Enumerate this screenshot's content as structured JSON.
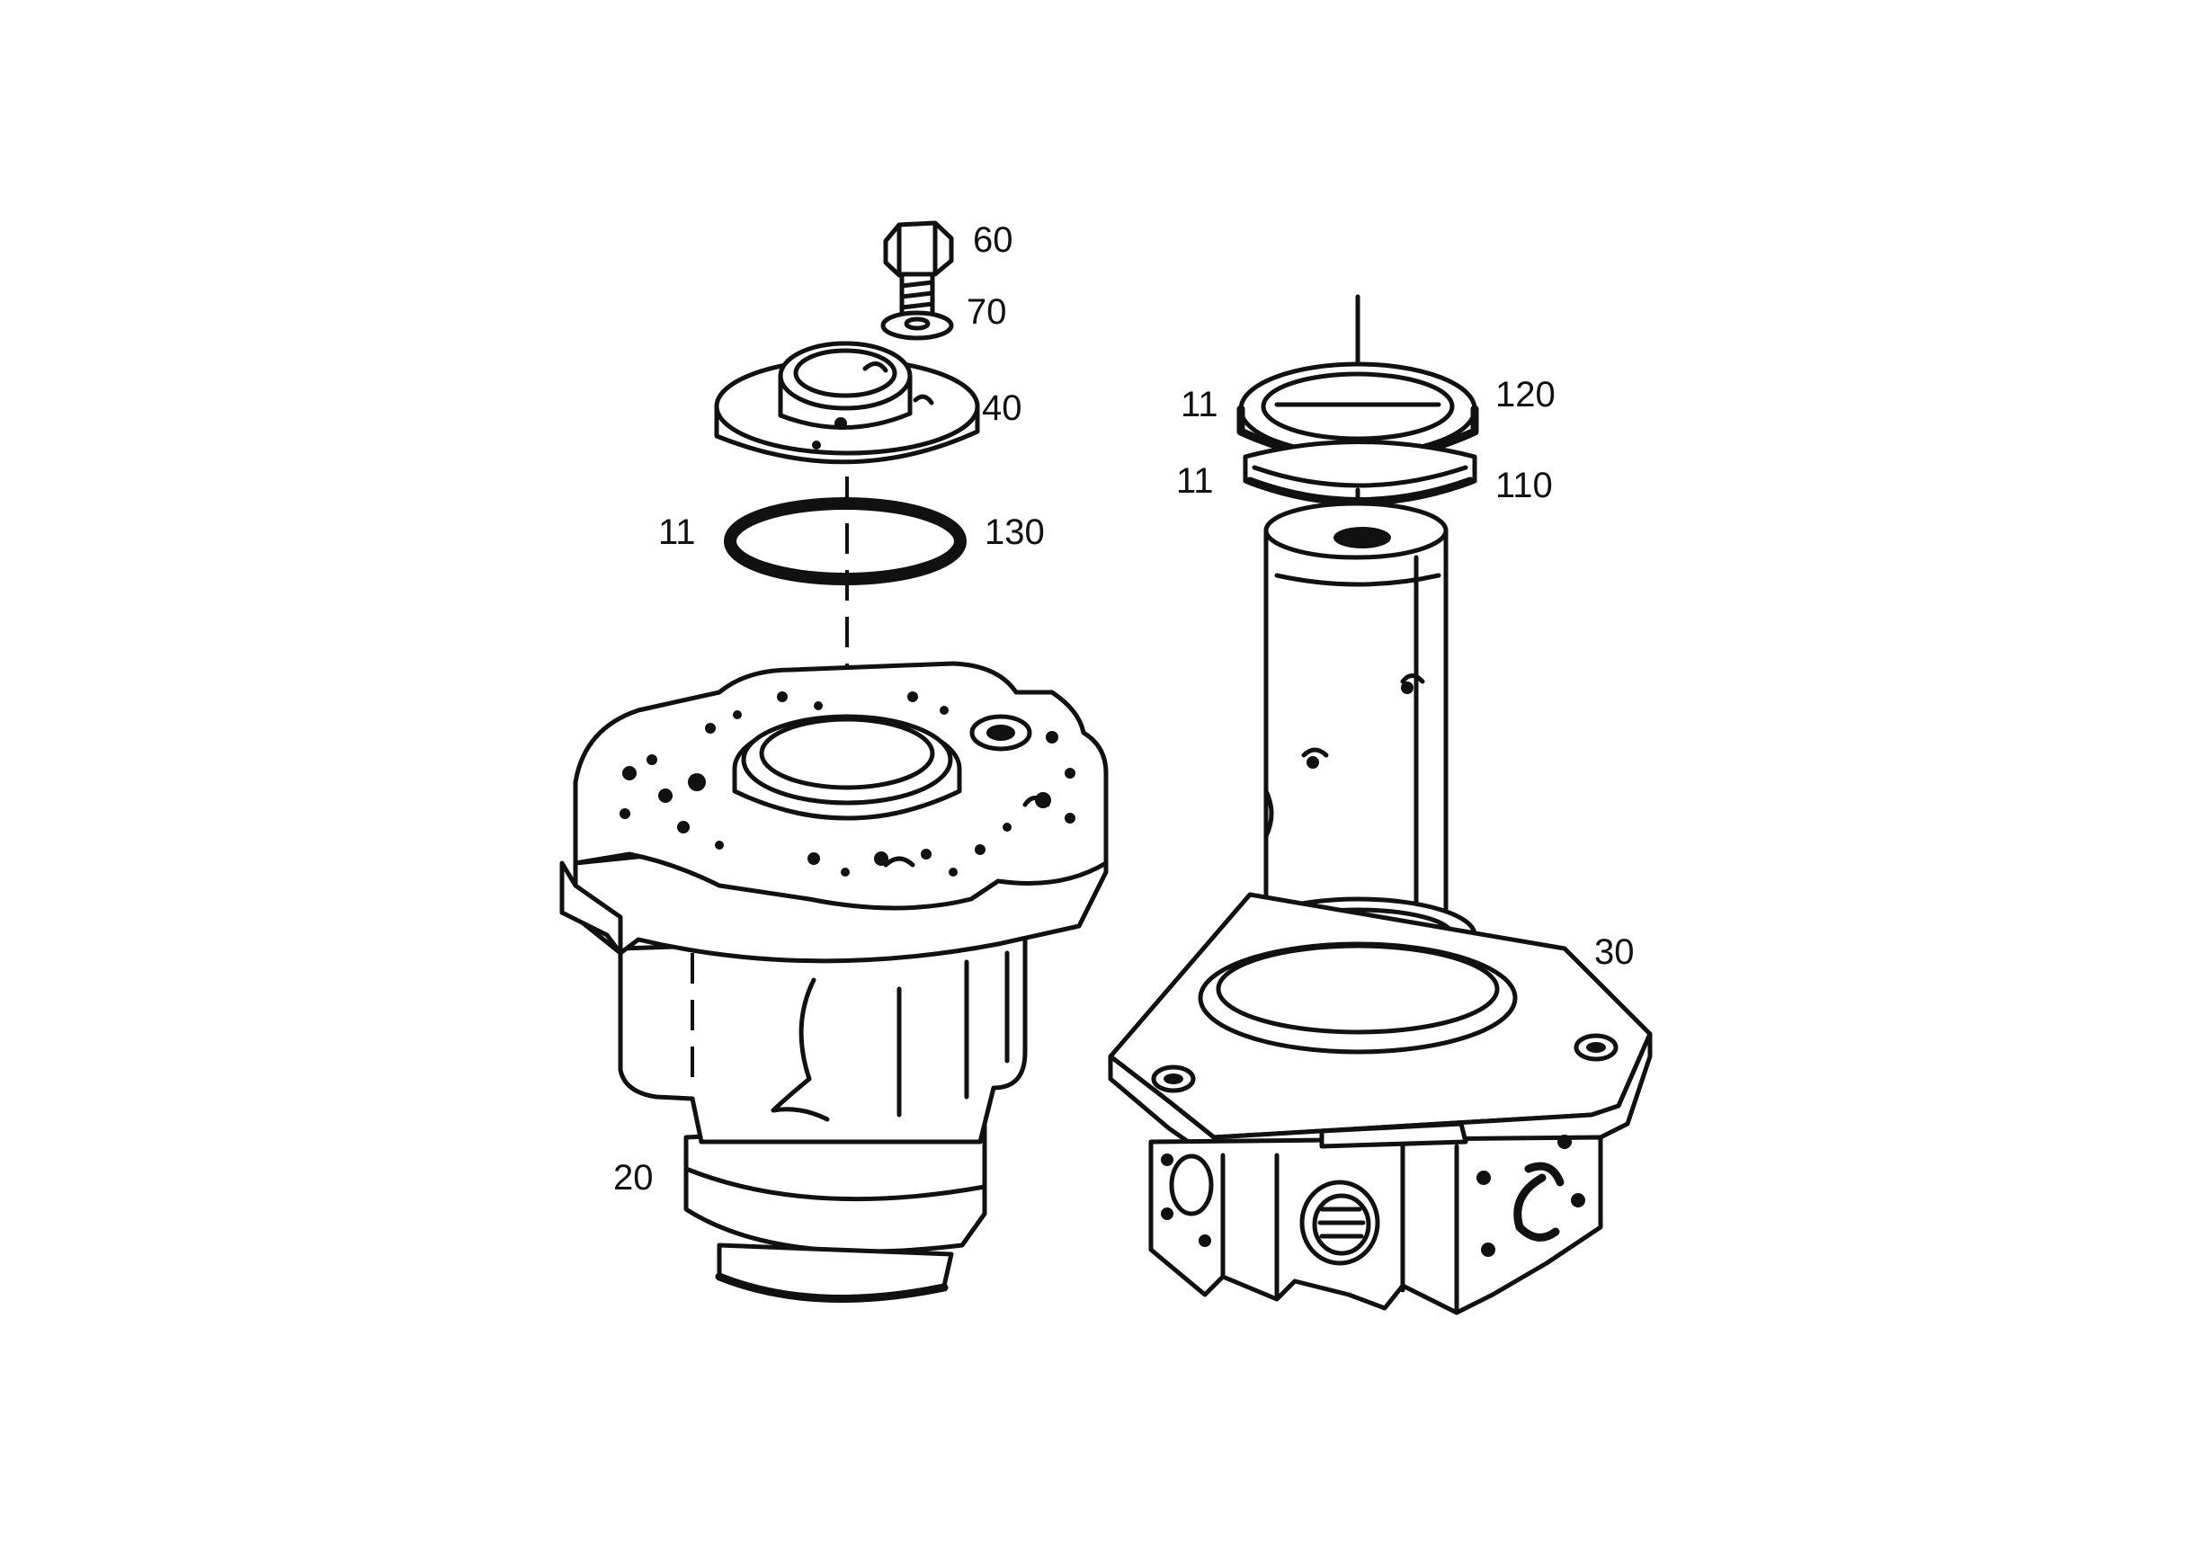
{
  "labels": {
    "p60": "60",
    "p70": "70",
    "p40": "40",
    "p11_left": "11",
    "p130": "130",
    "p11_upper": "11",
    "p120": "120",
    "p11_lower": "11",
    "p110": "110",
    "p30": "30",
    "p20": "20"
  },
  "colors": {
    "ink": "#111111",
    "paper": "#ffffff"
  }
}
